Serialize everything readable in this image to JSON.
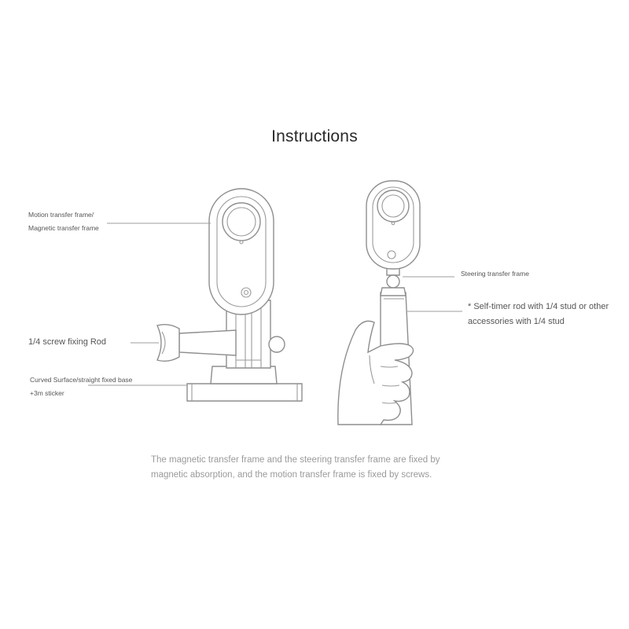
{
  "title": "Instructions",
  "labels": {
    "motion_frame_line1": "Motion transfer frame/",
    "motion_frame_line2": "Magnetic transfer frame",
    "screw_rod": "1/4 screw fixing Rod",
    "base_line1": "Curved Surface/straight fixed base",
    "base_line2": "+3m sticker",
    "steering_frame": "Steering transfer frame",
    "self_timer_line1": "* Self-timer rod with 1/4 stud or other",
    "self_timer_line2": "accessories with 1/4 stud"
  },
  "caption": {
    "line1": "The magnetic transfer frame and the steering transfer frame are fixed by",
    "line2": "magnetic absorption, and the motion transfer frame is fixed by screws."
  },
  "colors": {
    "outline": "#8e8e8e",
    "label_text": "#555555",
    "caption_text": "#9a9a9a"
  }
}
